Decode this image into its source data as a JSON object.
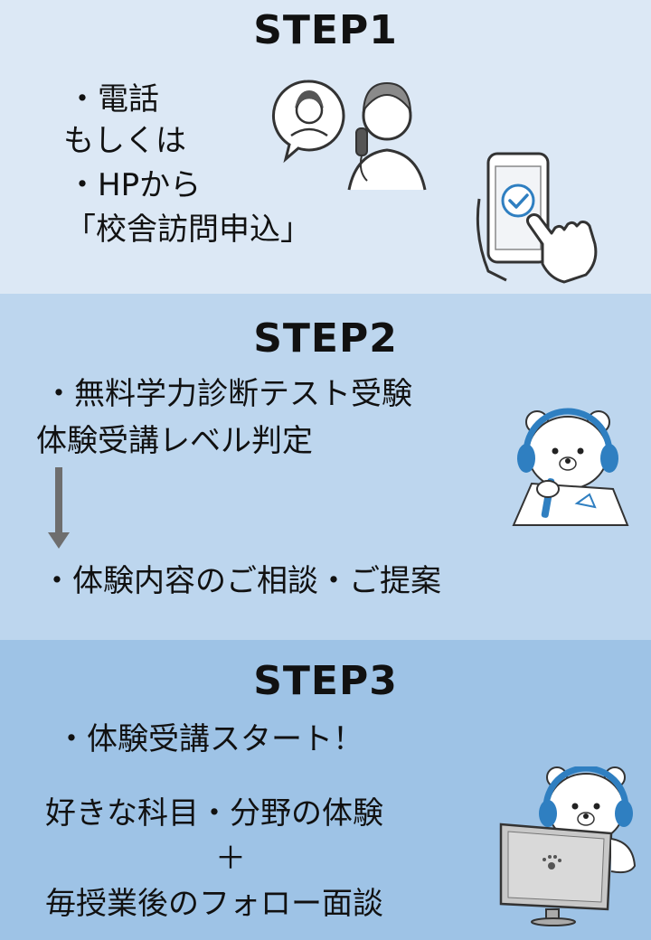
{
  "step1": {
    "title": "STEP1",
    "line1": "・電話",
    "line2": "もしくは",
    "line3": "・HPから",
    "line4": "「校舎訪問申込」"
  },
  "step2": {
    "title": "STEP2",
    "line1": "・無料学力診断テスト受験",
    "line2": "体験受講レベル判定",
    "line3": "・体験内容のご相談・ご提案"
  },
  "step3": {
    "title": "STEP3",
    "line1": "・体験受講スタート！",
    "line2": "好きな科目・分野の体験",
    "plus": "＋",
    "line3": "毎授業後のフォロー面談"
  },
  "colors": {
    "step1_bg": "#dce8f5",
    "step2_bg": "#bdd6ee",
    "step3_bg": "#9ec3e6",
    "accent": "#2f7fc1",
    "arrow": "#6e6e6e"
  }
}
